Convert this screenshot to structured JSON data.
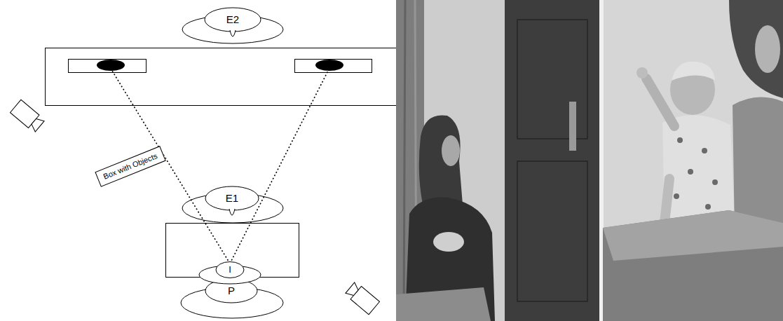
{
  "diagram": {
    "nodes": [
      {
        "text": [
          "E2"
        ]
      },
      {
        "text": [
          "Box with Objects"
        ]
      },
      {
        "text": [
          "E1"
        ]
      },
      {
        "text": [
          "I"
        ]
      },
      {
        "text": [
          "P"
        ]
      }
    ]
  }
}
